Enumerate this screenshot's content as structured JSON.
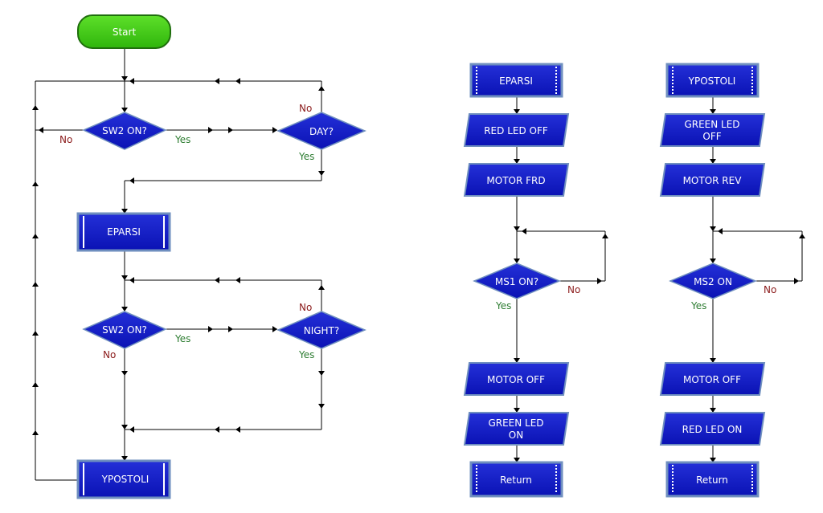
{
  "main_flow": {
    "start": "Start",
    "decision_sw2_first": "SW2 ON?",
    "decision_day": "DAY?",
    "macro_eparsi": "EPARSI",
    "decision_sw2_second": "SW2 ON?",
    "decision_night": "NIGHT?",
    "macro_ypostoli": "YPOSTOLI"
  },
  "eparsi_macro": {
    "header": "EPARSI",
    "step_red_led_off": "RED LED OFF",
    "step_motor_frd": "MOTOR FRD",
    "decision_ms1": "MS1 ON?",
    "step_motor_off": "MOTOR OFF",
    "step_green_led_on_line1": "GREEN LED",
    "step_green_led_on_line2": "ON",
    "return": "Return"
  },
  "ypostoli_macro": {
    "header": "YPOSTOLI",
    "step_green_led_off_line1": "GREEN LED",
    "step_green_led_off_line2": "OFF",
    "step_motor_rev": "MOTOR REV",
    "decision_ms2": "MS2 ON",
    "step_motor_off": "MOTOR OFF",
    "step_red_led_on": "RED LED ON",
    "return": "Return"
  },
  "branch_labels": {
    "yes": "Yes",
    "no": "No"
  },
  "colors": {
    "block_fill": "#0a14c8",
    "block_border": "#6f8fbf",
    "start_fill": "#3fcf1a",
    "start_border": "#1f6e0d",
    "yes_text": "#2e7d32",
    "no_text": "#8b1a1a"
  }
}
